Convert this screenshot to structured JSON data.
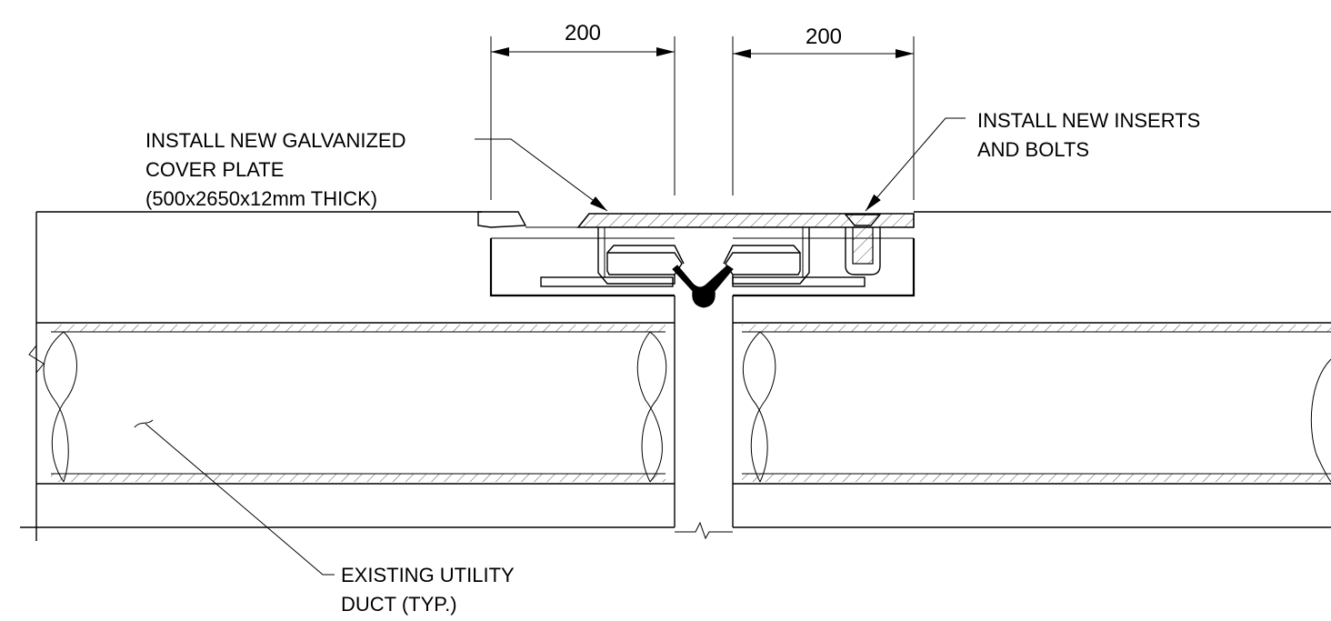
{
  "dimensions": {
    "left": "200",
    "right": "200"
  },
  "callouts": {
    "cover_plate": {
      "line1": "INSTALL NEW GALVANIZED",
      "line2": "COVER PLATE",
      "line3": "(500x2650x12mm THICK)"
    },
    "inserts": {
      "line1": "INSTALL NEW INSERTS",
      "line2": "AND BOLTS"
    },
    "duct": {
      "line1": "EXISTING UTILITY",
      "line2": "DUCT (TYP.)"
    }
  },
  "colors": {
    "line": "#000000",
    "hatch": "#555555",
    "background": "#ffffff"
  }
}
